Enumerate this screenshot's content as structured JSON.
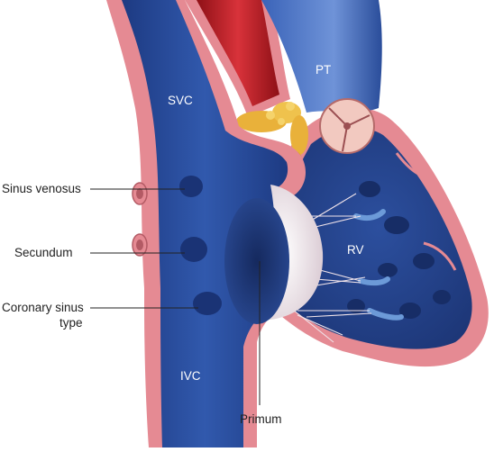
{
  "labels": {
    "sinus_venosus": "Sinus venosus",
    "secundum": "Secundum",
    "coronary_sinus_line1": "Coronary sinus",
    "coronary_sinus_line2": "type",
    "primum": "Primum"
  },
  "structures": {
    "svc": "SVC",
    "ivc": "IVC",
    "pt": "PT",
    "rv": "RV"
  },
  "colors": {
    "vena_blue": "#2d4f9c",
    "vena_dark": "#1f3a7a",
    "wall_pink": "#e58a93",
    "wall_light": "#f4b9bf",
    "aorta_red": "#c8242c",
    "fat_yellow": "#e9b13a",
    "septum_white": "#efe6ea",
    "leader_line": "#222222"
  }
}
